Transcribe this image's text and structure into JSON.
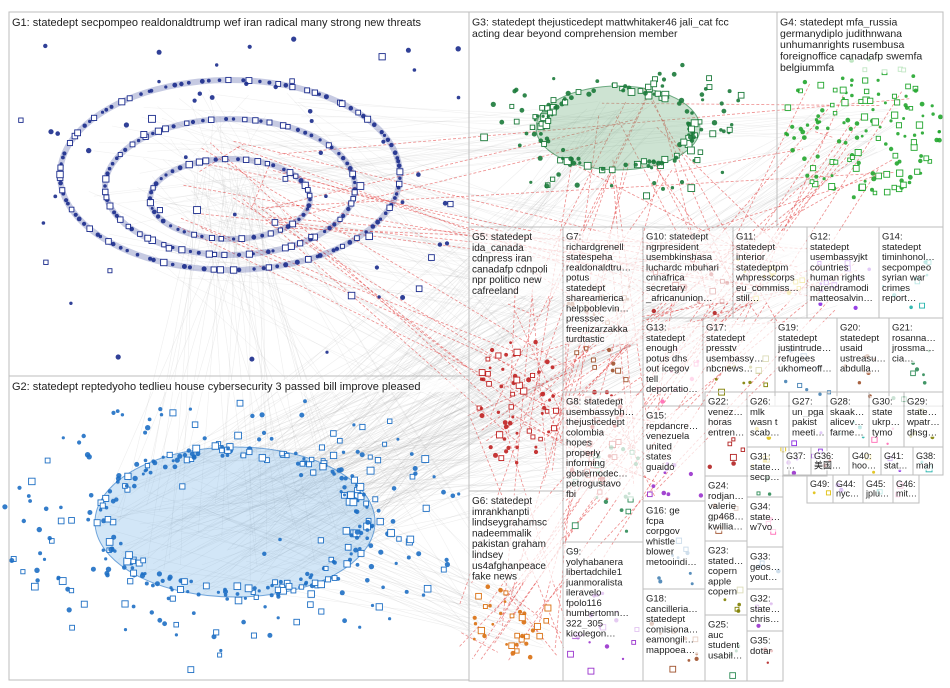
{
  "colors": {
    "G1": "#1a2b8c",
    "G2": "#1e6fc4",
    "G3": "#1b7a3a",
    "G4": "#22a62e",
    "G5": "#c02020",
    "G6": "#d96f10",
    "G7": "#e0c010",
    "G8": "#1a2b8c",
    "edge_grey": "#9e9e9e",
    "edge_red": "#e03030"
  },
  "groups": [
    {
      "id": "G1",
      "lines": [
        "G1: statedept secpompeo realdonaldtrump wef iran radical many strong new threats"
      ]
    },
    {
      "id": "G2",
      "lines": [
        "G2: statedept reptedyoho tedlieu house cybersecurity 3 passed bill improve pleased"
      ]
    },
    {
      "id": "G3",
      "lines": [
        "G3: statedept thejusticedept mattwhitaker46 jali_cat fcc",
        "acting dear beyond comprehension member"
      ]
    },
    {
      "id": "G4",
      "lines": [
        "G4: statedept mfa_russia",
        "germanydiplo judithnwana",
        "unhumanrights rusembusa",
        "foreignoffice canadafp swemfa",
        "belgiummfa"
      ]
    },
    {
      "id": "G5",
      "lines": [
        "G5: statedept",
        "ida_canada",
        "cdnpress iran",
        "canadafp cdnpoli",
        "npr politico new",
        "cafreeland"
      ]
    },
    {
      "id": "G6",
      "lines": [
        "G6: statedept",
        "imrankhanpti",
        "lindseygrahamsc",
        "nadeemmalik",
        "pakistan graham",
        "lindsey",
        "us4afghanpeace",
        "fake news"
      ]
    },
    {
      "id": "G7",
      "lines": [
        "G7:",
        "richardgrenell",
        "statespeha",
        "realdonaldtru…",
        "potus",
        "statedept",
        "shareamerica",
        "helpboblevin…",
        "presssec",
        "freenizarzakka",
        "turdtastic"
      ]
    },
    {
      "id": "G8",
      "lines": [
        "G8: statedept",
        "usembassybh…",
        "thejusticedept",
        "colombia",
        "hopes",
        "properly",
        "informing",
        "gobiernodec…",
        "petrogustavo",
        "fbi"
      ]
    },
    {
      "id": "G9",
      "lines": [
        "G9:",
        "yolyhabanera",
        "libertadchile1",
        "juanmoralista",
        "ileravelo",
        "fpolo116",
        "humbertomn…",
        "322_305",
        "kicolegon…"
      ]
    },
    {
      "id": "G10",
      "lines": [
        "G10: statedept",
        "ngrpresident",
        "usembkinshasa",
        "luchardc mbuhari",
        "cnnafrica",
        "secretary",
        "_africanunion…"
      ]
    },
    {
      "id": "G11",
      "lines": [
        "G11:",
        "statedept",
        "interior",
        "statedeptpm",
        "whpresscorps",
        "eu_commiss…",
        "still…"
      ]
    },
    {
      "id": "G12",
      "lines": [
        "G12:",
        "statedept",
        "usembassyjkt",
        "countries",
        "human rights",
        "narendramodi",
        "matteosalvin…"
      ]
    },
    {
      "id": "G13",
      "lines": [
        "G13:",
        "statedept",
        "enough",
        "potus dhs",
        "out icegov",
        "tell",
        "deportatio…"
      ]
    },
    {
      "id": "G14",
      "lines": [
        "G14:",
        "statedept",
        "timinhonol…",
        "secpompeo",
        "syrian war",
        "crimes",
        "report…"
      ]
    },
    {
      "id": "G15",
      "lines": [
        "G15:",
        "repdancre…",
        "venezuela",
        "united",
        "states",
        "guaidó"
      ]
    },
    {
      "id": "G16",
      "lines": [
        "G16: ge",
        "fcpa",
        "corpgov",
        "whistle",
        "blower",
        "metooindi…"
      ]
    },
    {
      "id": "G17",
      "lines": [
        "G17:",
        "statedept",
        "presstv",
        "usembassy…",
        "nbcnews…"
      ]
    },
    {
      "id": "G18",
      "lines": [
        "G18:",
        "cancilleria…",
        "statedept",
        "comisiona…",
        "eamongil…",
        "mappoea…"
      ]
    },
    {
      "id": "G19",
      "lines": [
        "G19:",
        "statedept",
        "justintrude…",
        "refugees",
        "ukhomeoff…"
      ]
    },
    {
      "id": "G20",
      "lines": [
        "G20:",
        "statedept",
        "usaid",
        "ustreasu…",
        "abdulla…"
      ]
    },
    {
      "id": "G21",
      "lines": [
        "G21:",
        "rosanna…",
        "jrossma…",
        "cia…"
      ]
    },
    {
      "id": "G22",
      "lines": [
        "G22:",
        "venez…",
        "horas",
        "entren…"
      ]
    },
    {
      "id": "G23",
      "lines": [
        "G23:",
        "stated…",
        "copern…",
        "apple",
        "copern…"
      ]
    },
    {
      "id": "G24",
      "lines": [
        "G24:",
        "rodjan…",
        "valerie…",
        "gp468…",
        "kwillia…"
      ]
    },
    {
      "id": "G25",
      "lines": [
        "G25:",
        "auc",
        "student",
        "usabil…"
      ]
    },
    {
      "id": "G26",
      "lines": [
        "G26:",
        "mlk",
        "wasn t",
        "scab…"
      ]
    },
    {
      "id": "G27",
      "lines": [
        "G27:",
        "un_pga",
        "pakist…",
        "meeti…"
      ]
    },
    {
      "id": "G28",
      "lines": [
        "G28:",
        "skaak…",
        "alicev…",
        "farme…"
      ]
    },
    {
      "id": "G29",
      "lines": [
        "G29:",
        "state…",
        "wpatr…",
        "dhsg…"
      ]
    },
    {
      "id": "G30",
      "lines": [
        "G30:",
        "state…",
        "ukrp…",
        "tymo…"
      ]
    },
    {
      "id": "G31",
      "lines": [
        "G31:",
        "state…",
        "secp…"
      ]
    },
    {
      "id": "G32",
      "lines": [
        "G32:",
        "state…",
        "chris…"
      ]
    },
    {
      "id": "G33",
      "lines": [
        "G33:",
        "geos…",
        "yout…"
      ]
    },
    {
      "id": "G34",
      "lines": [
        "G34:",
        "state…",
        "w7vo…"
      ]
    },
    {
      "id": "G35",
      "lines": [
        "G35:",
        "dotar…"
      ]
    },
    {
      "id": "G36",
      "lines": [
        "G36:",
        "美国…"
      ]
    },
    {
      "id": "G37",
      "lines": [
        "G37:",
        "…"
      ]
    },
    {
      "id": "G38",
      "lines": [
        "G38:",
        "mah…"
      ]
    },
    {
      "id": "G40",
      "lines": [
        "G40:",
        "hoo…"
      ]
    },
    {
      "id": "G41",
      "lines": [
        "G41:",
        "stat…"
      ]
    },
    {
      "id": "G44",
      "lines": [
        "G44:",
        "nyc…"
      ]
    },
    {
      "id": "G45",
      "lines": [
        "G45:",
        "jplu…"
      ]
    },
    {
      "id": "G46",
      "lines": [
        "G46:",
        "mit…"
      ]
    },
    {
      "id": "G49",
      "lines": [
        "G49:"
      ]
    }
  ]
}
